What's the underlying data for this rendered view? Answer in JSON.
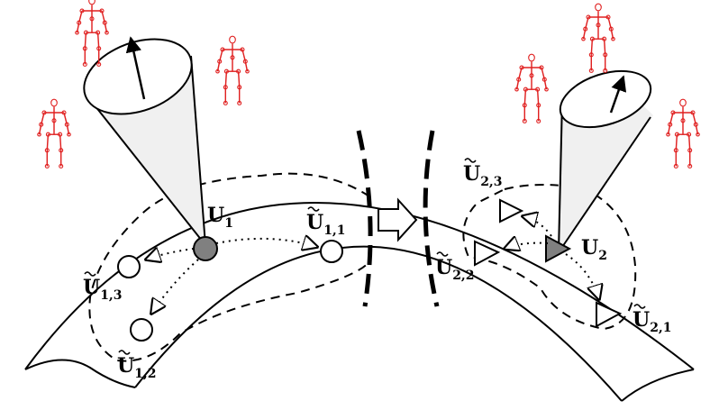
{
  "diagram": {
    "manifold_labels": [
      {
        "id": "U1",
        "main": "U",
        "sub": "1",
        "tilde": false
      },
      {
        "id": "U11",
        "main": "U",
        "sub": "1,1",
        "tilde": true
      },
      {
        "id": "U12",
        "main": "U",
        "sub": "1,2",
        "tilde": true
      },
      {
        "id": "U13",
        "main": "U",
        "sub": "1,3",
        "tilde": true
      },
      {
        "id": "U2",
        "main": "U",
        "sub": "2",
        "tilde": false
      },
      {
        "id": "U21",
        "main": "U",
        "sub": "2,1",
        "tilde": true
      },
      {
        "id": "U22",
        "main": "U",
        "sub": "2,2",
        "tilde": true
      },
      {
        "id": "U23",
        "main": "U",
        "sub": "2,3",
        "tilde": true
      }
    ],
    "colors": {
      "stroke": "#000000",
      "cone_fill": "#f0f0f0",
      "marker_fill": "#808080",
      "skeleton": "#e02020"
    },
    "icons": [
      "manifold-band",
      "cone-left",
      "cone-right",
      "transfer-arrow",
      "skeleton-figure"
    ]
  }
}
